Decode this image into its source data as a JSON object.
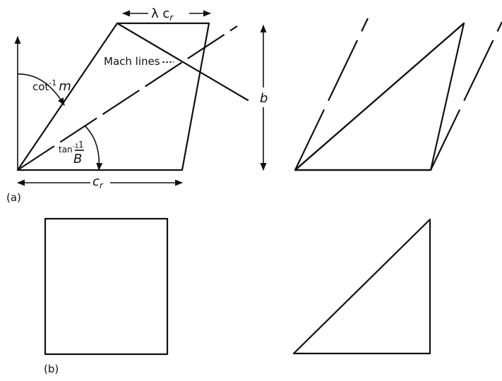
{
  "labels": {
    "lambda_cr": "λ c",
    "lambda_cr_sub": "r",
    "mach_lines": "Mach lines",
    "cot_prefix": "cot",
    "cot_exp": "-1",
    "cot_var": "m",
    "tan_prefix": "tan",
    "tan_exp": "-1",
    "tan_num": "1",
    "tan_den": "B",
    "b": "b",
    "cr": "c",
    "cr_sub": "r",
    "panel_a": "(a)",
    "panel_b": "(b)"
  }
}
